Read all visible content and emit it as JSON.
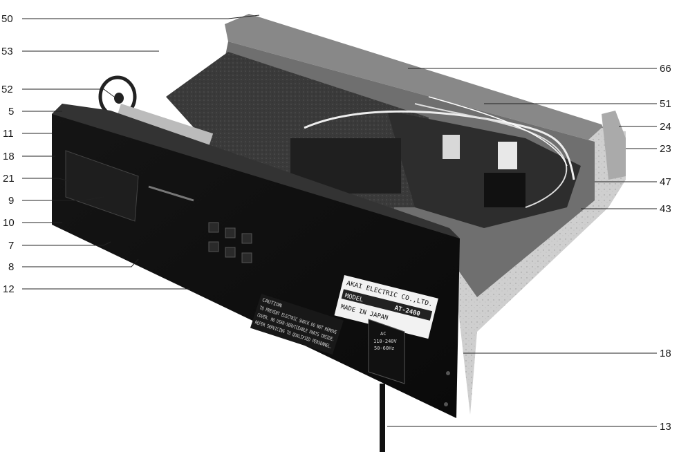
{
  "callouts_left": [
    "50",
    "53",
    "52",
    "5",
    "11",
    "18",
    "21",
    "9",
    "10",
    "7",
    "8",
    "12"
  ],
  "callouts_right": [
    "66",
    "51",
    "24",
    "23",
    "47",
    "43",
    "18",
    "13"
  ],
  "nameplate": {
    "maker": "AKAI ELECTRIC CO.,LTD.",
    "model_line": "MODEL",
    "model": "AT-2400",
    "origin": "MADE IN JAPAN"
  },
  "power_label": {
    "line1": "AC",
    "line2": "110-240V",
    "line3": "50-60Hz"
  },
  "warning_label": {
    "line1": "CAUTION",
    "line2": "TO PREVENT ELECTRIC SHOCK DO NOT REMOVE",
    "line3": "COVER. NO USER-SERVICEABLE PARTS INSIDE.",
    "line4": "REFER SERVICING TO QUALIFIED PERSONNEL."
  }
}
